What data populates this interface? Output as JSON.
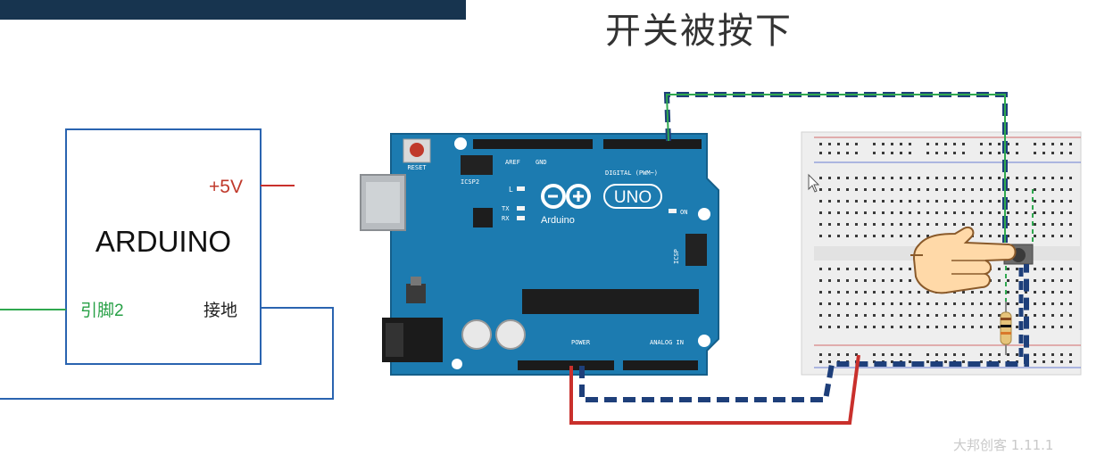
{
  "slide": {
    "title": "开关被按下",
    "watermark": "大邦创客 1.11.1"
  },
  "schematic": {
    "block_label": "ARDUINO",
    "pin_5v_label": "+5V",
    "pin2_label": "引脚2",
    "gnd_label": "接地"
  },
  "board": {
    "model": "UNO",
    "brand": "Arduino",
    "reset_label": "RESET",
    "icsp2_label": "ICSP2",
    "icsp_label": "ICSP",
    "digital_label": "DIGITAL (PWM~)",
    "power_label": "POWER",
    "analog_label": "ANALOG IN",
    "on_label": "ON",
    "led_l_label": "L",
    "tx_label": "TX",
    "rx_label": "RX",
    "aref_label": "AREF",
    "gnd_label": "GND"
  },
  "colors": {
    "dark_navy": "#17344f",
    "schematic_blue": "#2a64b0",
    "wire_red": "#c9302c",
    "wire_green": "#2fa84f",
    "wire_navy": "#1e3f7a",
    "board_blue": "#1c7bb0",
    "text_red": "#c0392b",
    "text_green": "#27a046"
  }
}
